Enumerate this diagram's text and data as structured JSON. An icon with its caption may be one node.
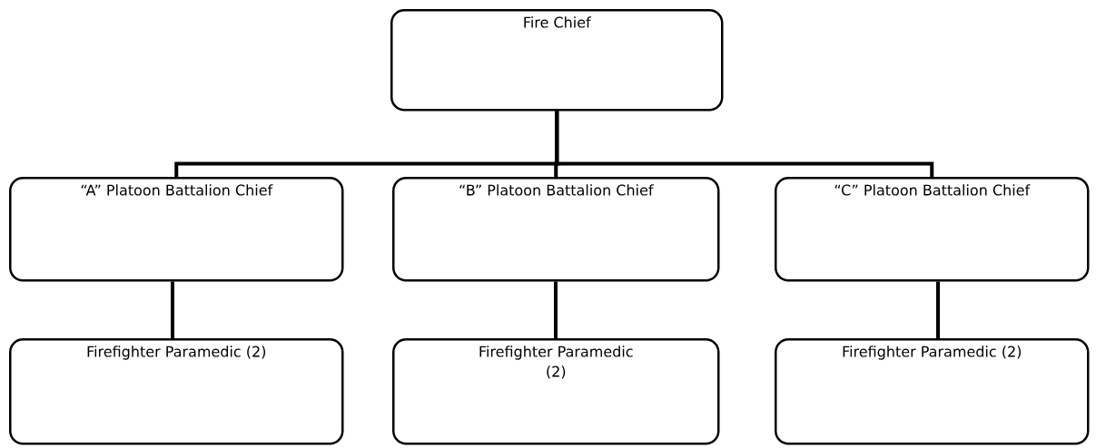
{
  "diagram": {
    "nodes": [
      {
        "text": [
          "Fire Chief"
        ]
      },
      {
        "text": [
          "“A” Platoon Battalion Chief"
        ]
      },
      {
        "text": [
          "“B” Platoon Battalion Chief"
        ]
      },
      {
        "text": [
          "“C” Platoon Battalion Chief"
        ]
      },
      {
        "text": [
          "Firefighter Paramedic (2)"
        ]
      },
      {
        "text": [
          "Firefighter Paramedic (2)"
        ]
      },
      {
        "text": [
          "Firefighter Paramedic (2)"
        ]
      }
    ],
    "edges": [
      {
        "from": 0,
        "to": 1,
        "arrow": "none"
      },
      {
        "from": 0,
        "to": 2,
        "arrow": "none"
      },
      {
        "from": 0,
        "to": 3,
        "arrow": "none"
      },
      {
        "from": 1,
        "to": 4,
        "arrow": "none"
      },
      {
        "from": 2,
        "to": 5,
        "arrow": "none"
      },
      {
        "from": 3,
        "to": 6,
        "arrow": "none"
      }
    ]
  }
}
